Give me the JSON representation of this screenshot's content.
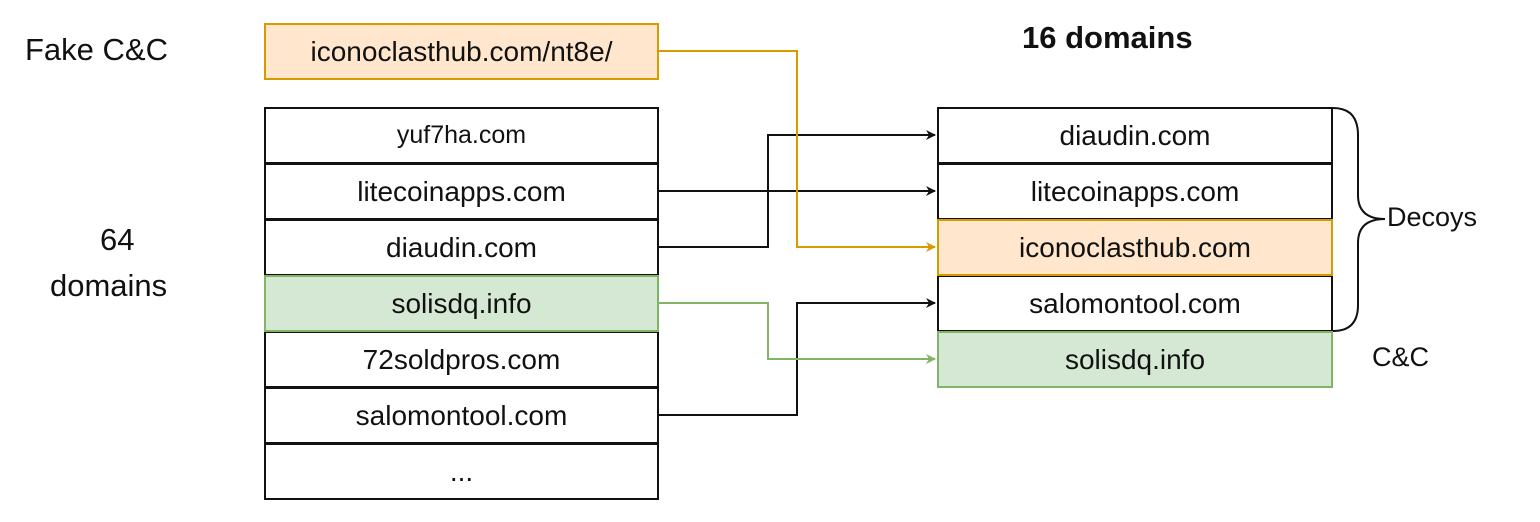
{
  "labels": {
    "fake_cc": "Fake C&C",
    "left_count_line1": "64",
    "left_count_line2": "domains",
    "right_title": "16 domains",
    "decoys": "Decoys",
    "cc": "C&C"
  },
  "fake_cc_url": "iconoclasthub.com/nt8e/",
  "left_domains": [
    "yuf7ha.com",
    "litecoinapps.com",
    "diaudin.com",
    "solisdq.info",
    "72soldpros.com",
    "salomontool.com",
    "..."
  ],
  "right_domains": [
    "diaudin.com",
    "litecoinapps.com",
    "iconoclasthub.com",
    "salomontool.com",
    "solisdq.info"
  ],
  "colors": {
    "orange_fill": "#ffe6cc",
    "orange_stroke": "#d79b00",
    "green_fill": "#d5e8d4",
    "green_stroke": "#82b366"
  }
}
